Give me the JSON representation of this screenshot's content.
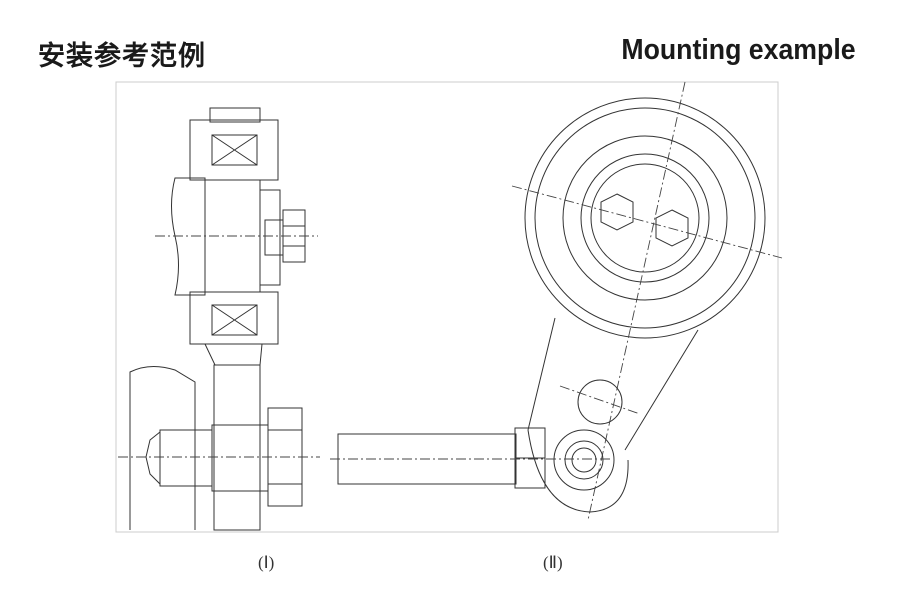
{
  "header": {
    "title_cn": "安装参考范例",
    "title_en": "Mounting example"
  },
  "figures": [
    {
      "label": "(Ⅰ)"
    },
    {
      "label": "(Ⅱ)"
    }
  ]
}
